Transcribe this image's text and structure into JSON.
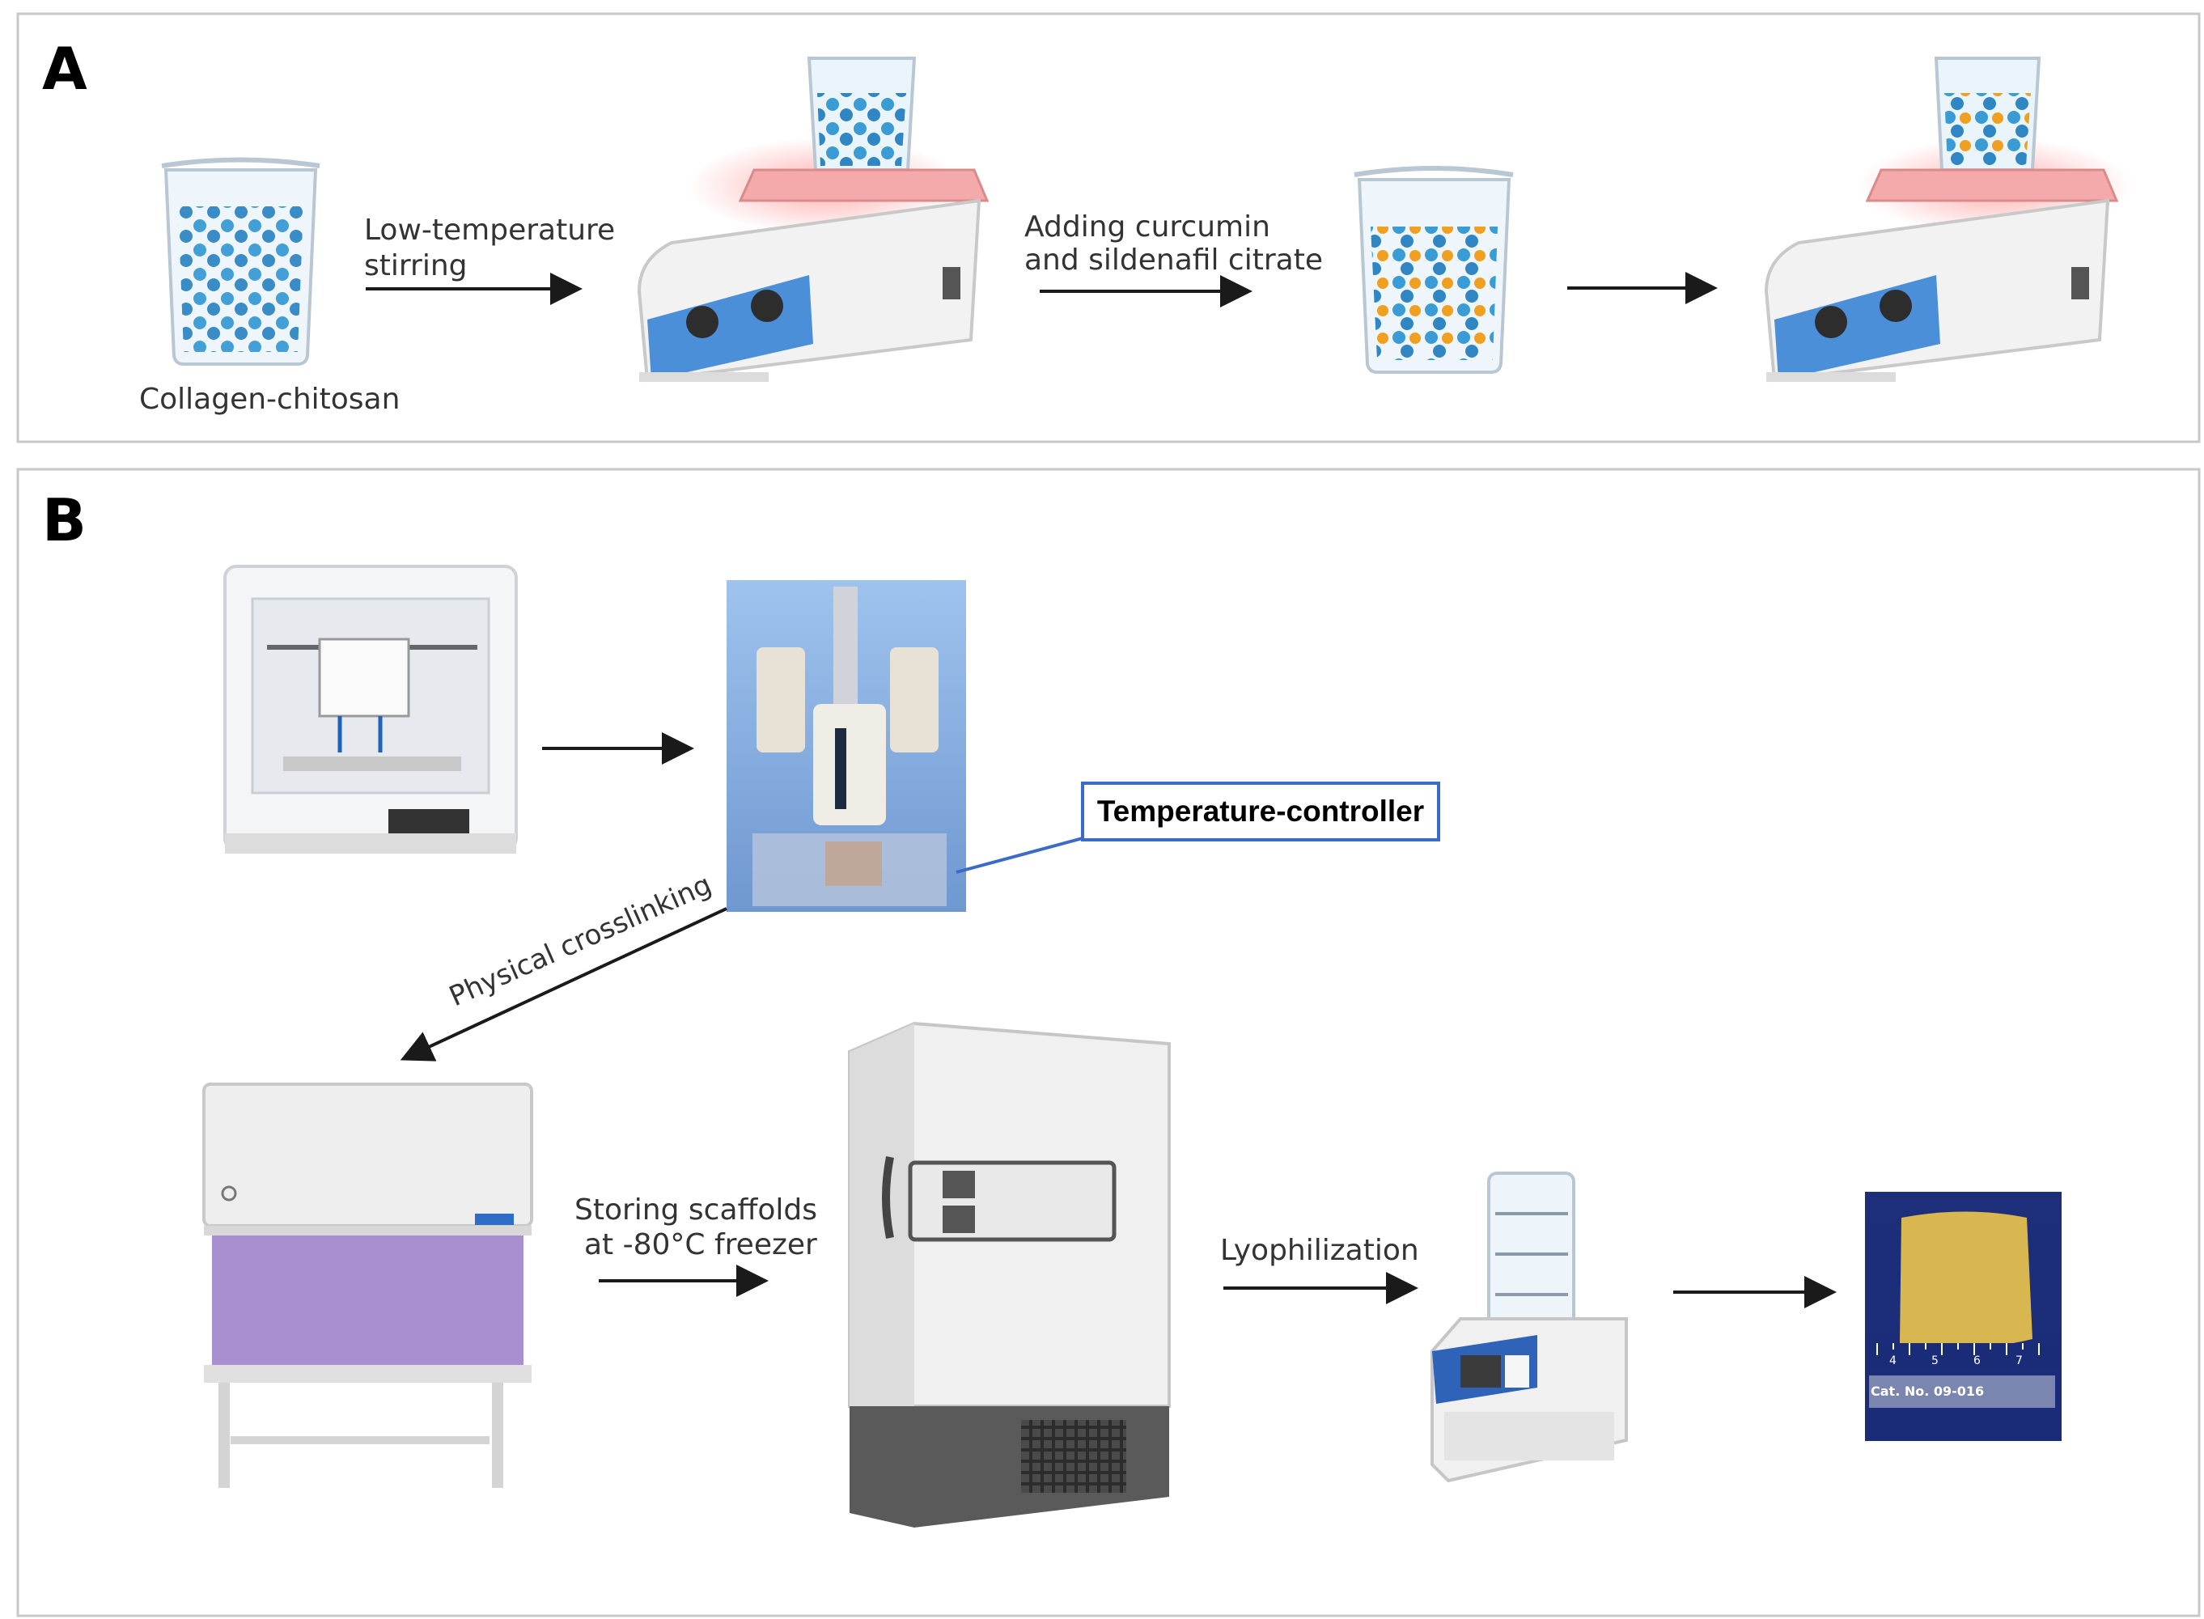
{
  "panels": {
    "a": {
      "letter": "A",
      "step1_label_line1": "Low-temperature",
      "step1_label_line2": "stirring",
      "step2_label_line1": "Adding curcumin",
      "step2_label_line2": "and sildenafil citrate",
      "beaker_caption": "Collagen-chitosan"
    },
    "b": {
      "letter": "B",
      "callout": "Temperature-controller",
      "crosslink_label": "Physical crosslinking",
      "store_label_line1": "Storing scaffolds",
      "store_label_line2": "at -80°C freezer",
      "lyo_label": "Lyophilization",
      "ruler_text": "Cat. No. 09-016",
      "ruler_numbers": [
        "4",
        "5",
        "6",
        "7"
      ]
    }
  },
  "colors": {
    "panel_border": "#c8c8c8",
    "arrow": "#1a1a1a",
    "callout_border": "#3a6bc9",
    "liquid": "#cfe9f7",
    "bead_blue": "#3a9bd5",
    "bead_orange": "#f0a020",
    "hotplate_blue": "#4a8fd8",
    "hotplate_top": "#f4aaaa",
    "hood_purple": "#a98fd0",
    "scaffold_yellow": "#d8b650"
  },
  "icons": [
    "beaker-icon",
    "hot-plate-icon",
    "bioprinter-icon",
    "biosafety-cabinet-icon",
    "freezer-icon",
    "freeze-dryer-icon"
  ]
}
